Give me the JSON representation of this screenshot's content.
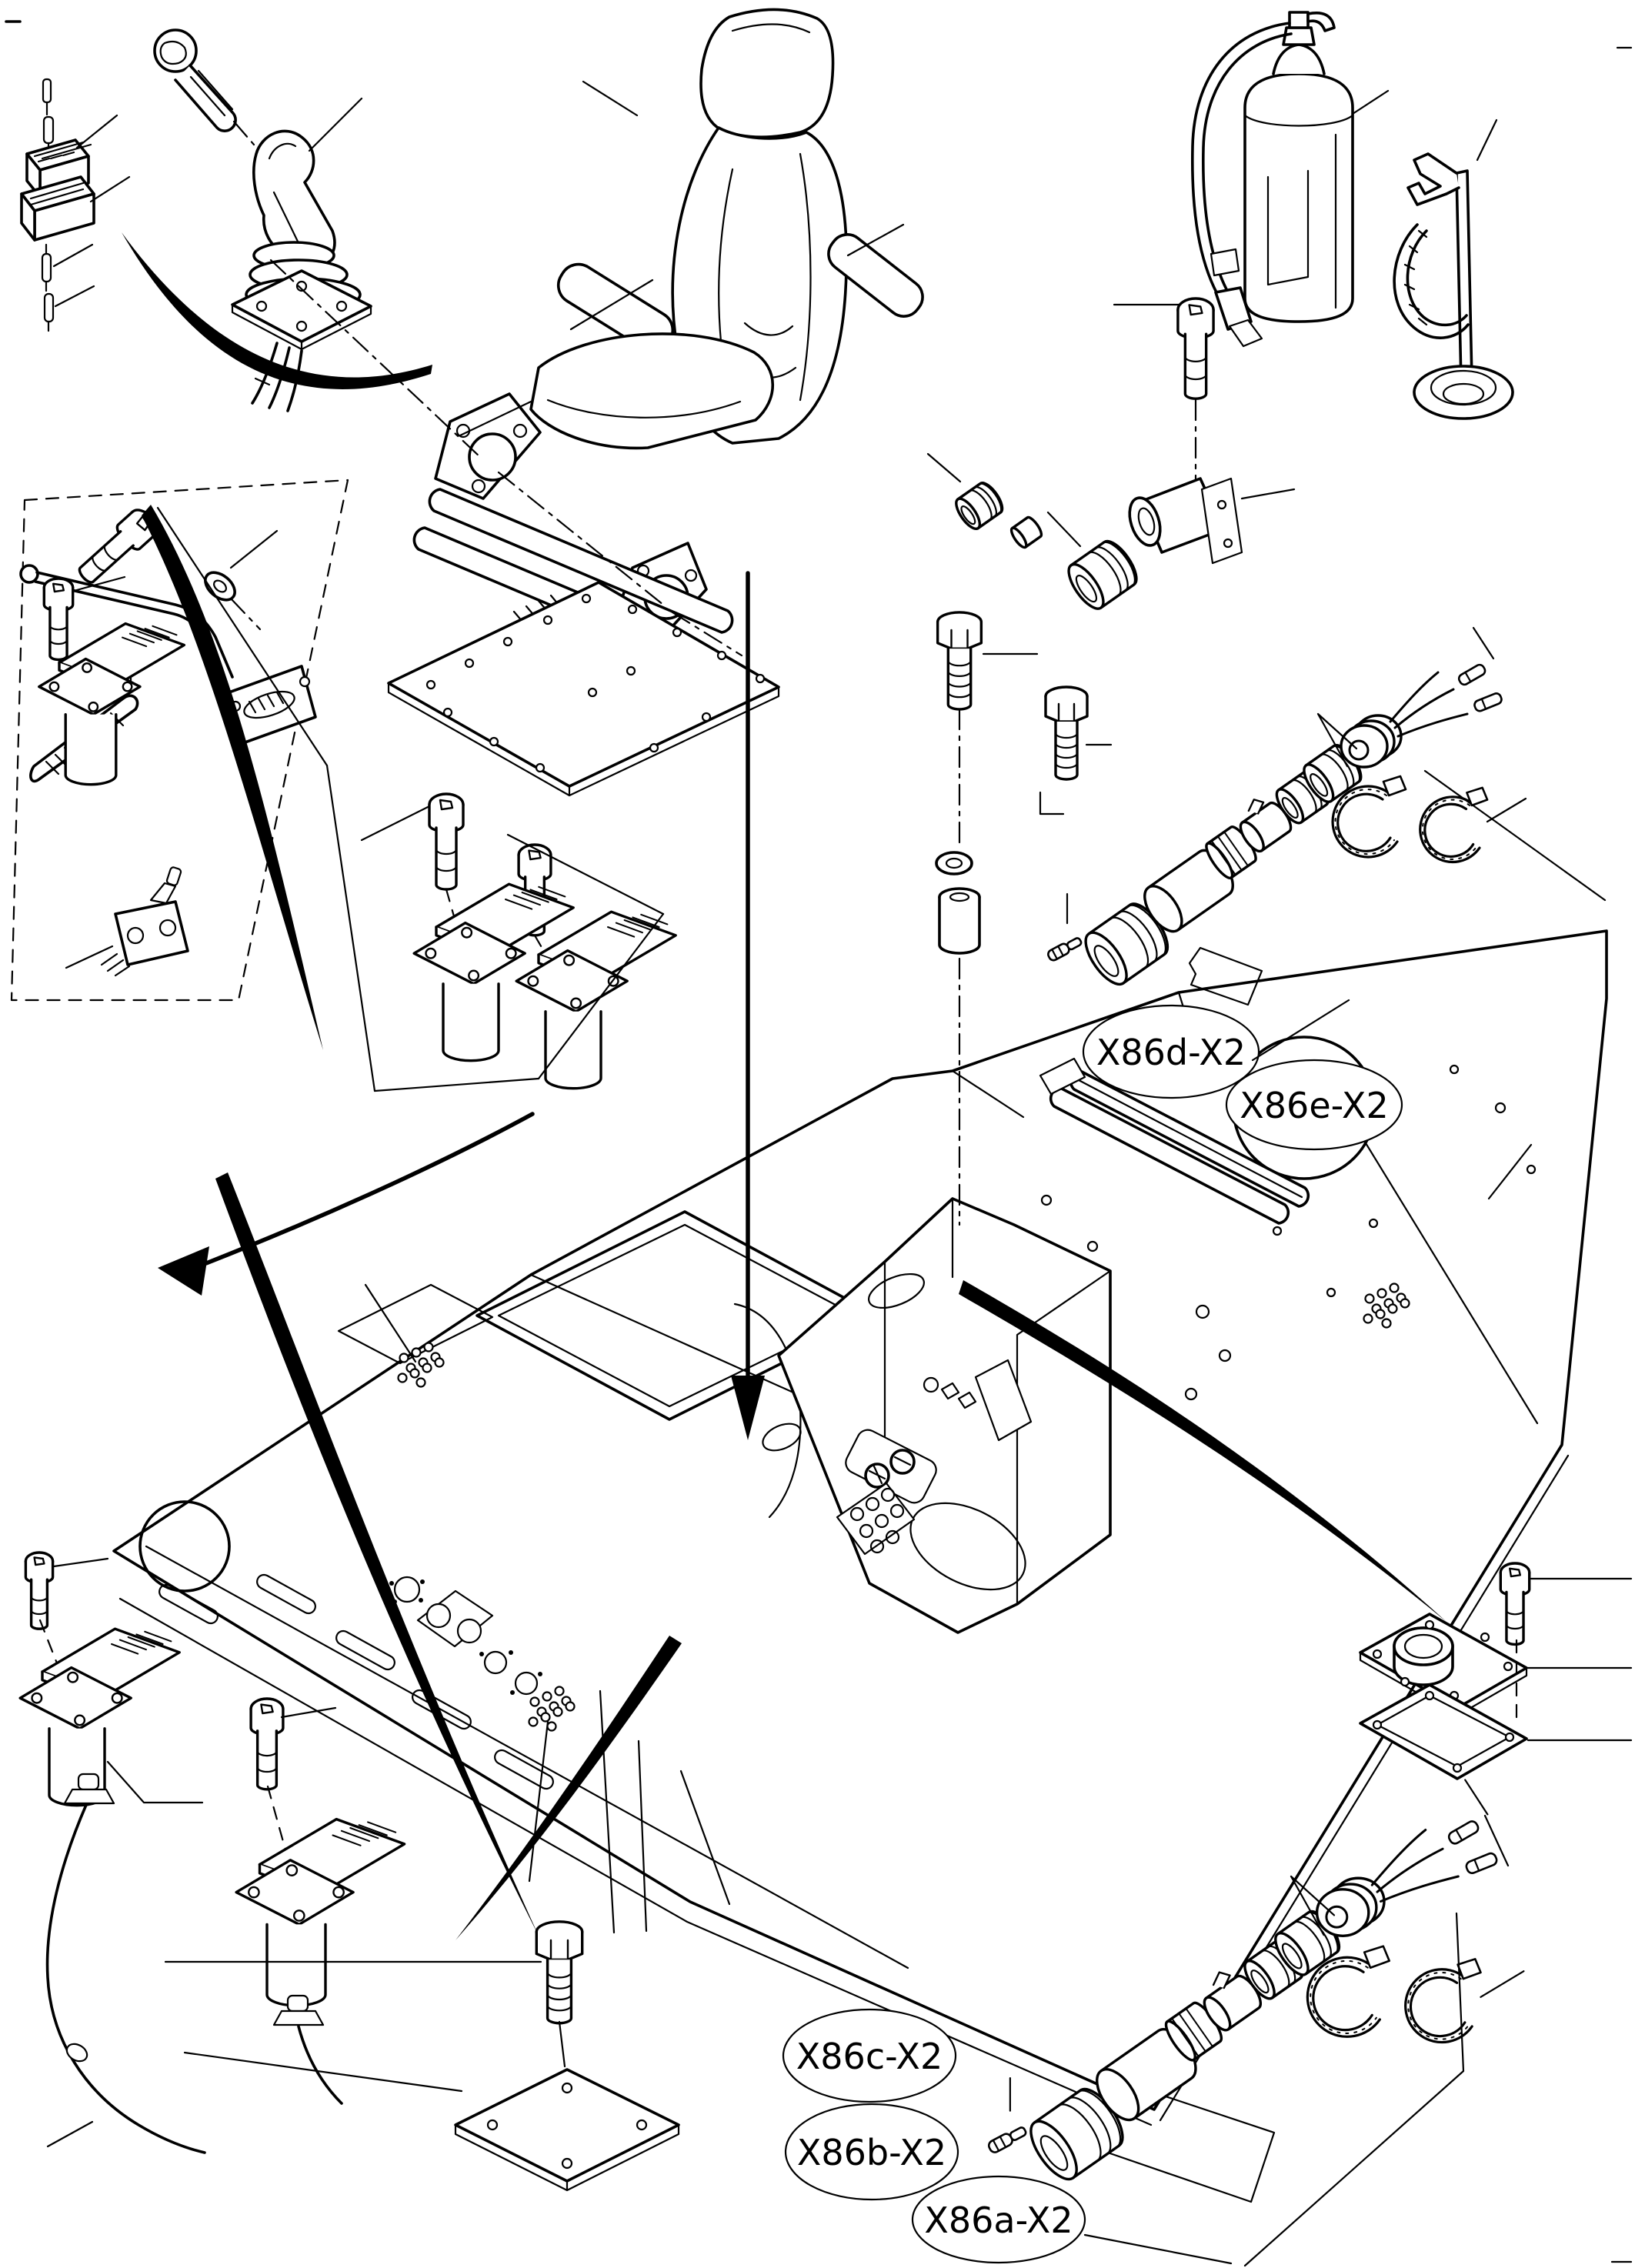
{
  "diagram": {
    "type": "exploded-parts-diagram",
    "subject": "operator seat, controls and cab floor assembly",
    "paper_color": "#ffffff",
    "ink_color": "#000000",
    "callouts": [
      {
        "id": "X86d",
        "text": "X86d-X2"
      },
      {
        "id": "X86e",
        "text": "X86e-X2"
      },
      {
        "id": "X86c",
        "text": "X86c-X2"
      },
      {
        "id": "X86b",
        "text": "X86b-X2"
      },
      {
        "id": "X86a",
        "text": "X86a-X2"
      }
    ]
  }
}
